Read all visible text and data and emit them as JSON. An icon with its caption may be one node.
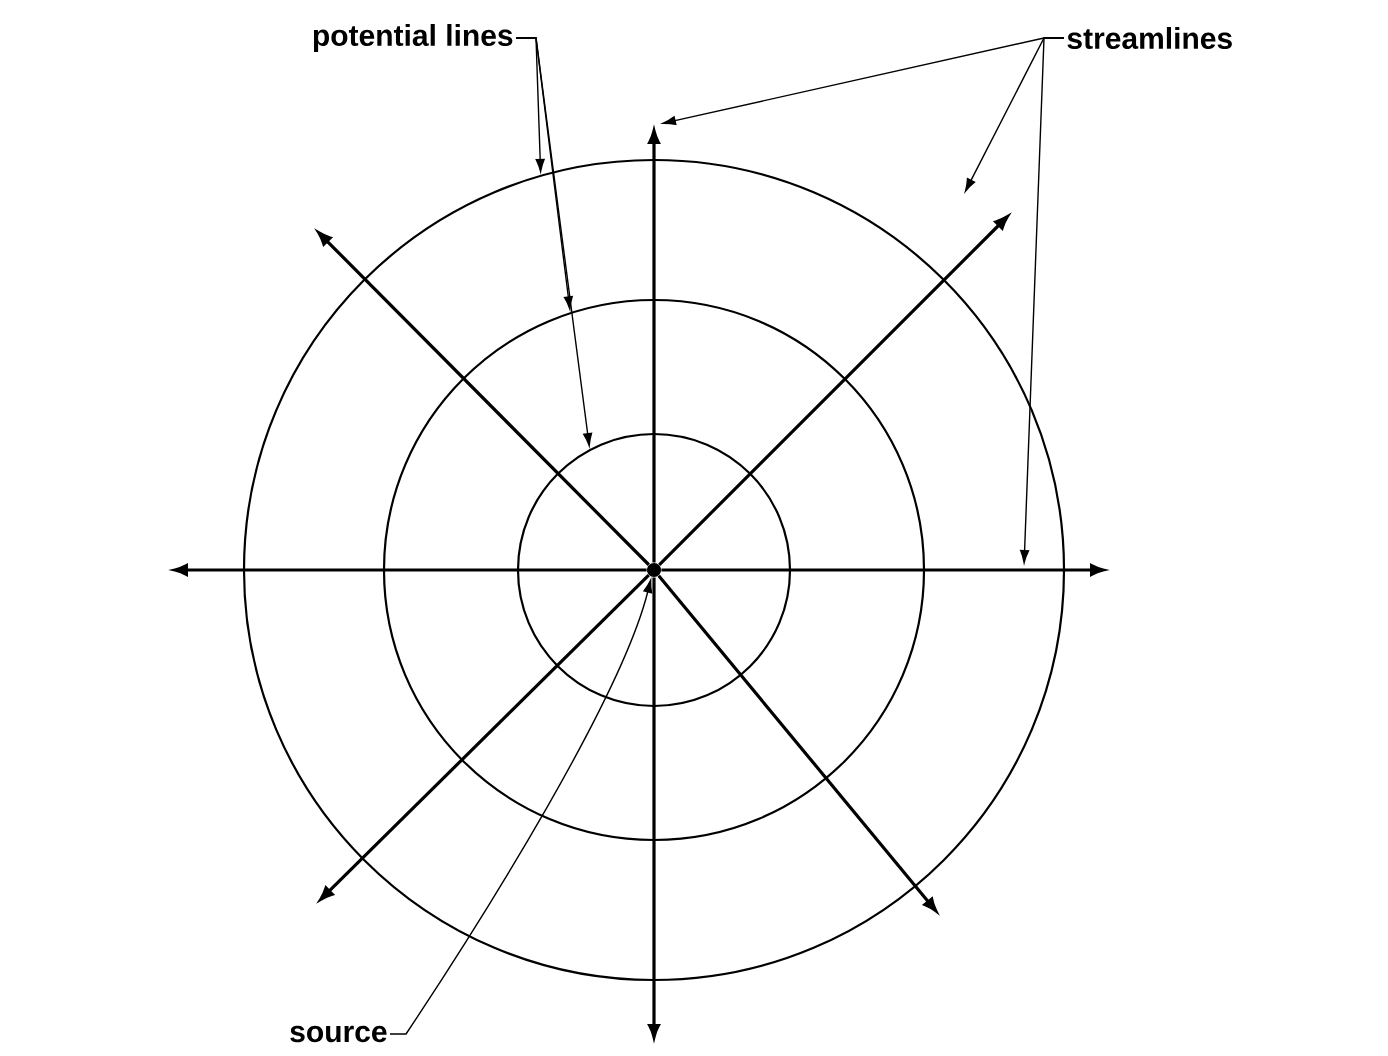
{
  "diagram": {
    "nodes": [
      {
        "text": [
          "potential lines"
        ]
      },
      {
        "text": [
          "streamlines"
        ]
      },
      {
        "text": [
          "source"
        ]
      },
      {
        "text": [],
        "shape": "circle"
      },
      {
        "text": [],
        "shape": "circle",
        "in": 3
      },
      {
        "text": [],
        "shape": "circle",
        "in": 4
      },
      {
        "text": [],
        "shape": "circle",
        "in": 5
      }
    ],
    "edges": [
      {
        "from": 6,
        "to": null,
        "arrow": "to"
      },
      {
        "from": 6,
        "to": null,
        "arrow": "to"
      },
      {
        "from": 6,
        "to": null,
        "arrow": "to"
      },
      {
        "from": 6,
        "to": null,
        "arrow": "to"
      },
      {
        "from": 6,
        "to": null,
        "arrow": "to"
      },
      {
        "from": 6,
        "to": null,
        "arrow": "to"
      },
      {
        "from": 6,
        "to": null,
        "arrow": "to"
      },
      {
        "from": 6,
        "to": null,
        "arrow": "to"
      },
      {
        "from": 0,
        "to": 3,
        "arrow": "to"
      },
      {
        "from": 0,
        "to": 4,
        "arrow": "to"
      },
      {
        "from": 0,
        "to": 5,
        "arrow": "to"
      },
      {
        "from": 1,
        "to": null,
        "arrow": "to"
      },
      {
        "from": 1,
        "to": null,
        "arrow": "to"
      },
      {
        "from": 1,
        "to": null,
        "arrow": "to"
      },
      {
        "from": 2,
        "to": 6,
        "arrow": "to"
      }
    ]
  }
}
